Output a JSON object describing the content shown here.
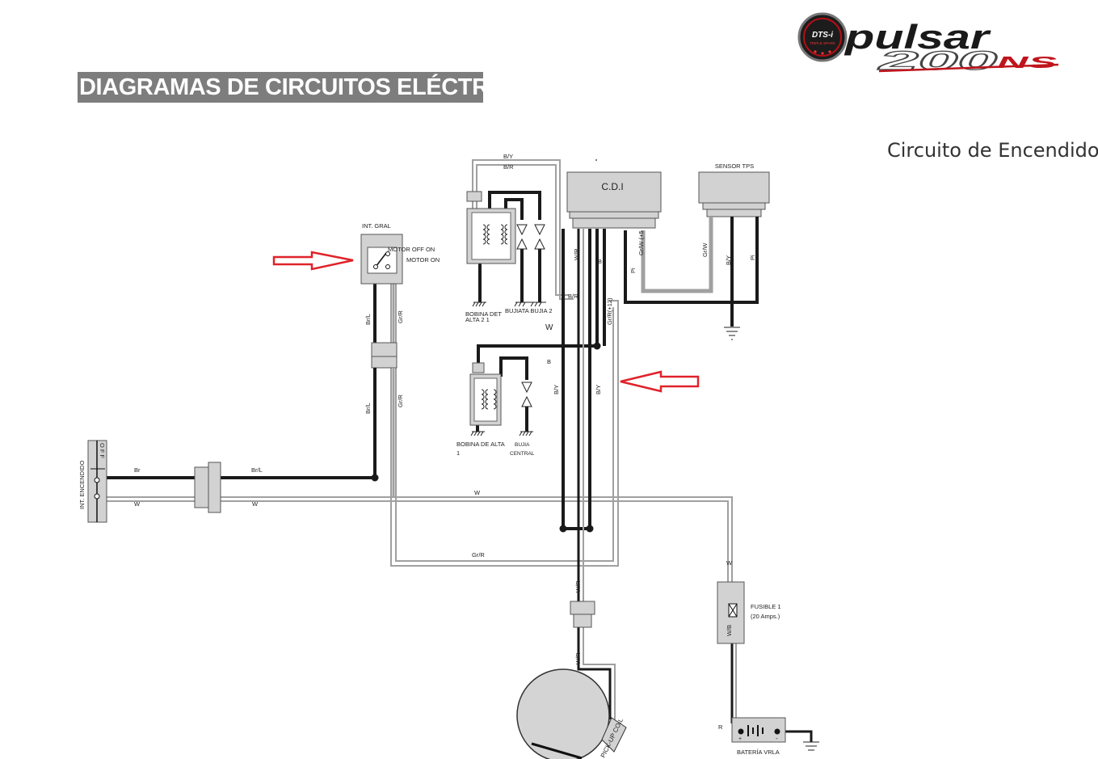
{
  "header": {
    "title": "DIAGRAMAS DE CIRCUITOS ELÉCTRICOS",
    "subtitle": "Circuito de Encendido"
  },
  "logo": {
    "badge_text": "DTS-i",
    "badge_subtext": "TRIPLE SPARK",
    "script_text": "pulsar",
    "model_text": "200",
    "model_suffix": "NS"
  },
  "components": {
    "cdi": "C.D.I",
    "sensor_tps": "SENSOR TPS",
    "int_gral": "INT. GRAL",
    "motor_off_on": "MOTOR OFF ON",
    "motor_on": "MOTOR  ON",
    "bobina_det_alta_2_line1": "BOBINA DET",
    "bobina_det_alta_2_line2": "ALTA  2     1",
    "bujiata_bujia_2": "BUJIATA BUJIA 2",
    "bobina_alta_1_line1": "BOBINA DE ALTA",
    "bobina_alta_1_line2": "1",
    "bujia_central_line1": "BUJIA",
    "bujia_central_line2": "CENTRAL",
    "int_encendido": "INT. ENCENDIDO",
    "off": "OFF",
    "fusible_line1": "FUSIBLE 1",
    "fusible_line2": "(20 Amps.)",
    "bateria": "BATERÍA VRLA",
    "pickup_coil": "PICK-UP COIL",
    "battery_plus": "+",
    "battery_minus": "-"
  },
  "wire_labels": {
    "b_y_top": "B/Y",
    "b_r_top": "B/R",
    "w_r_cdi": "W/R",
    "b_cdi": "B",
    "gr_w_5": "Gr/W (+5",
    "pi_cdi": "Pi",
    "gr_w_tps": "Gr/W",
    "b_y_tps": "B/Y",
    "pi_tps": "Pi",
    "b_r_mid": "B/R",
    "gr_r_12": "Gr/R(+12)",
    "w_mid": "W",
    "b_coil1": "B",
    "b_y_v1": "B/Y",
    "b_y_v2": "B/Y",
    "br_l_upper": "Br/L",
    "gr_r_upper": "Gr/R",
    "br_l_lower": "Br/L",
    "gr_r_lower": "Gr/R",
    "br": "Br",
    "br_l_h": "Br/L",
    "w_left": "W",
    "w_left2": "W",
    "w_long": "W",
    "gr_r_bottom": "Gr/R",
    "w_r_conn": "W/R",
    "w_r_pick": "W/R",
    "w_fuse": "W",
    "w_b_fuse": "W/B",
    "r_batt": "R"
  },
  "colors": {
    "wire_dark": "#1a1a1a",
    "wire_light": "#a0a0a0",
    "component_fill": "#d2d2d2",
    "arrow_red": "#e0222a",
    "banner_bg": "#7d7d7d",
    "logo_red": "#c0141c"
  },
  "icons": {
    "ground": "ground-symbol-icon",
    "arrow": "red-outline-arrow-icon",
    "spark_plug": "spark-gap-icon",
    "coil": "coil-winding-icon"
  }
}
